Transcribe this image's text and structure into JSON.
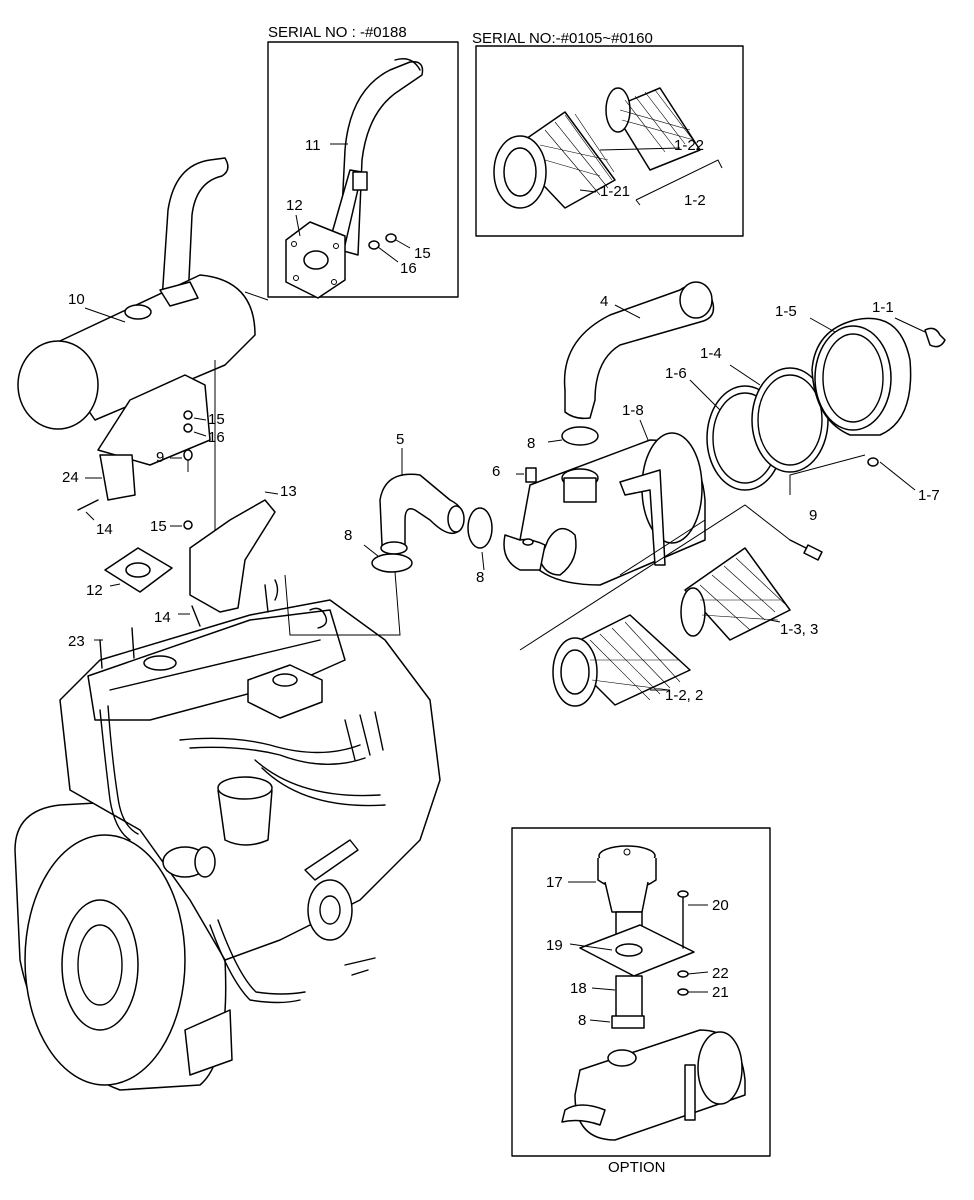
{
  "headers": {
    "serial_upper": "SERIAL NO : -#0188",
    "serial_filter": "SERIAL NO:-#0105~#0160",
    "option": "OPTION"
  },
  "callouts": {
    "c10": "10",
    "c11": "11",
    "c12a": "12",
    "c12b": "12",
    "c13": "13",
    "c14a": "14",
    "c14b": "14",
    "c15a": "15",
    "c15b": "15",
    "c15c": "15",
    "c16a": "16",
    "c16b": "16",
    "c9a": "9",
    "c9b": "9",
    "c24": "24",
    "c23": "23",
    "c5": "5",
    "c4": "4",
    "c6": "6",
    "c8a": "8",
    "c8b": "8",
    "c8c": "8",
    "c8d": "8",
    "c1_1": "1-1",
    "c1_2": "1-2",
    "c1_2b": "1-2, 2",
    "c1_3": "1-3, 3",
    "c1_4": "1-4",
    "c1_5": "1-5",
    "c1_6": "1-6",
    "c1_7": "1-7",
    "c1_8": "1-8",
    "c1_21": "1-21",
    "c1_22": "1-22",
    "c17": "17",
    "c18": "18",
    "c19": "19",
    "c20": "20",
    "c21": "21",
    "c22": "22"
  }
}
